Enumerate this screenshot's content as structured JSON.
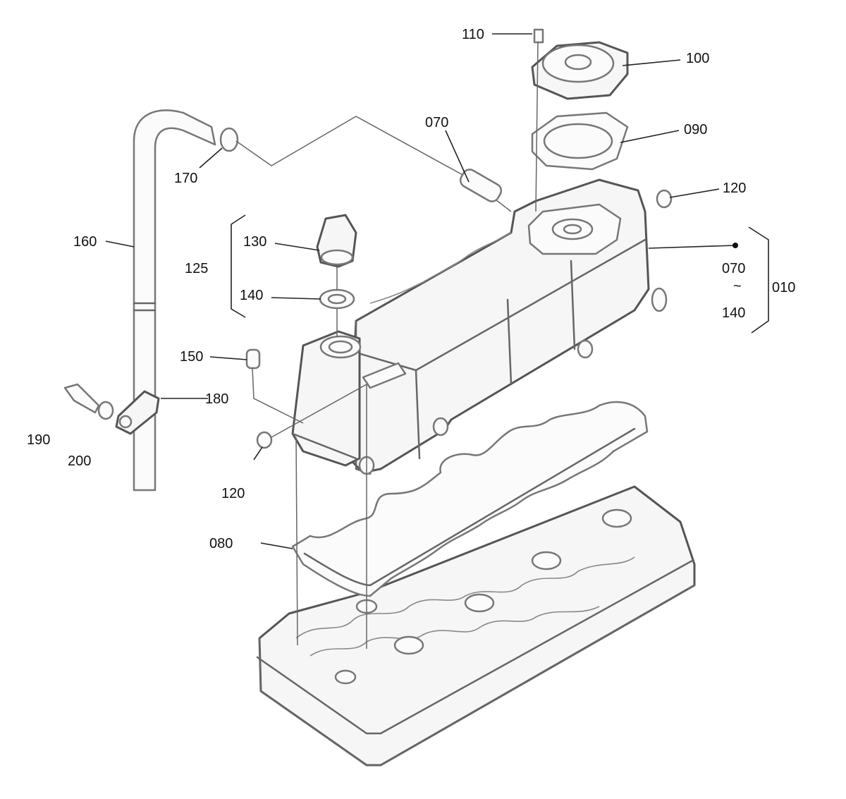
{
  "labels": {
    "p110": "110",
    "p100": "100",
    "p090": "090",
    "p070_top": "070",
    "p120_top": "120",
    "p170": "170",
    "p160": "160",
    "p130": "130",
    "p125": "125",
    "p140": "140",
    "p070_range": "070",
    "p140_range": "140",
    "range_sep": "~",
    "p010": "010",
    "p150": "150",
    "p180": "180",
    "p190": "190",
    "p200": "200",
    "p120_bottom": "120",
    "p080": "080"
  }
}
